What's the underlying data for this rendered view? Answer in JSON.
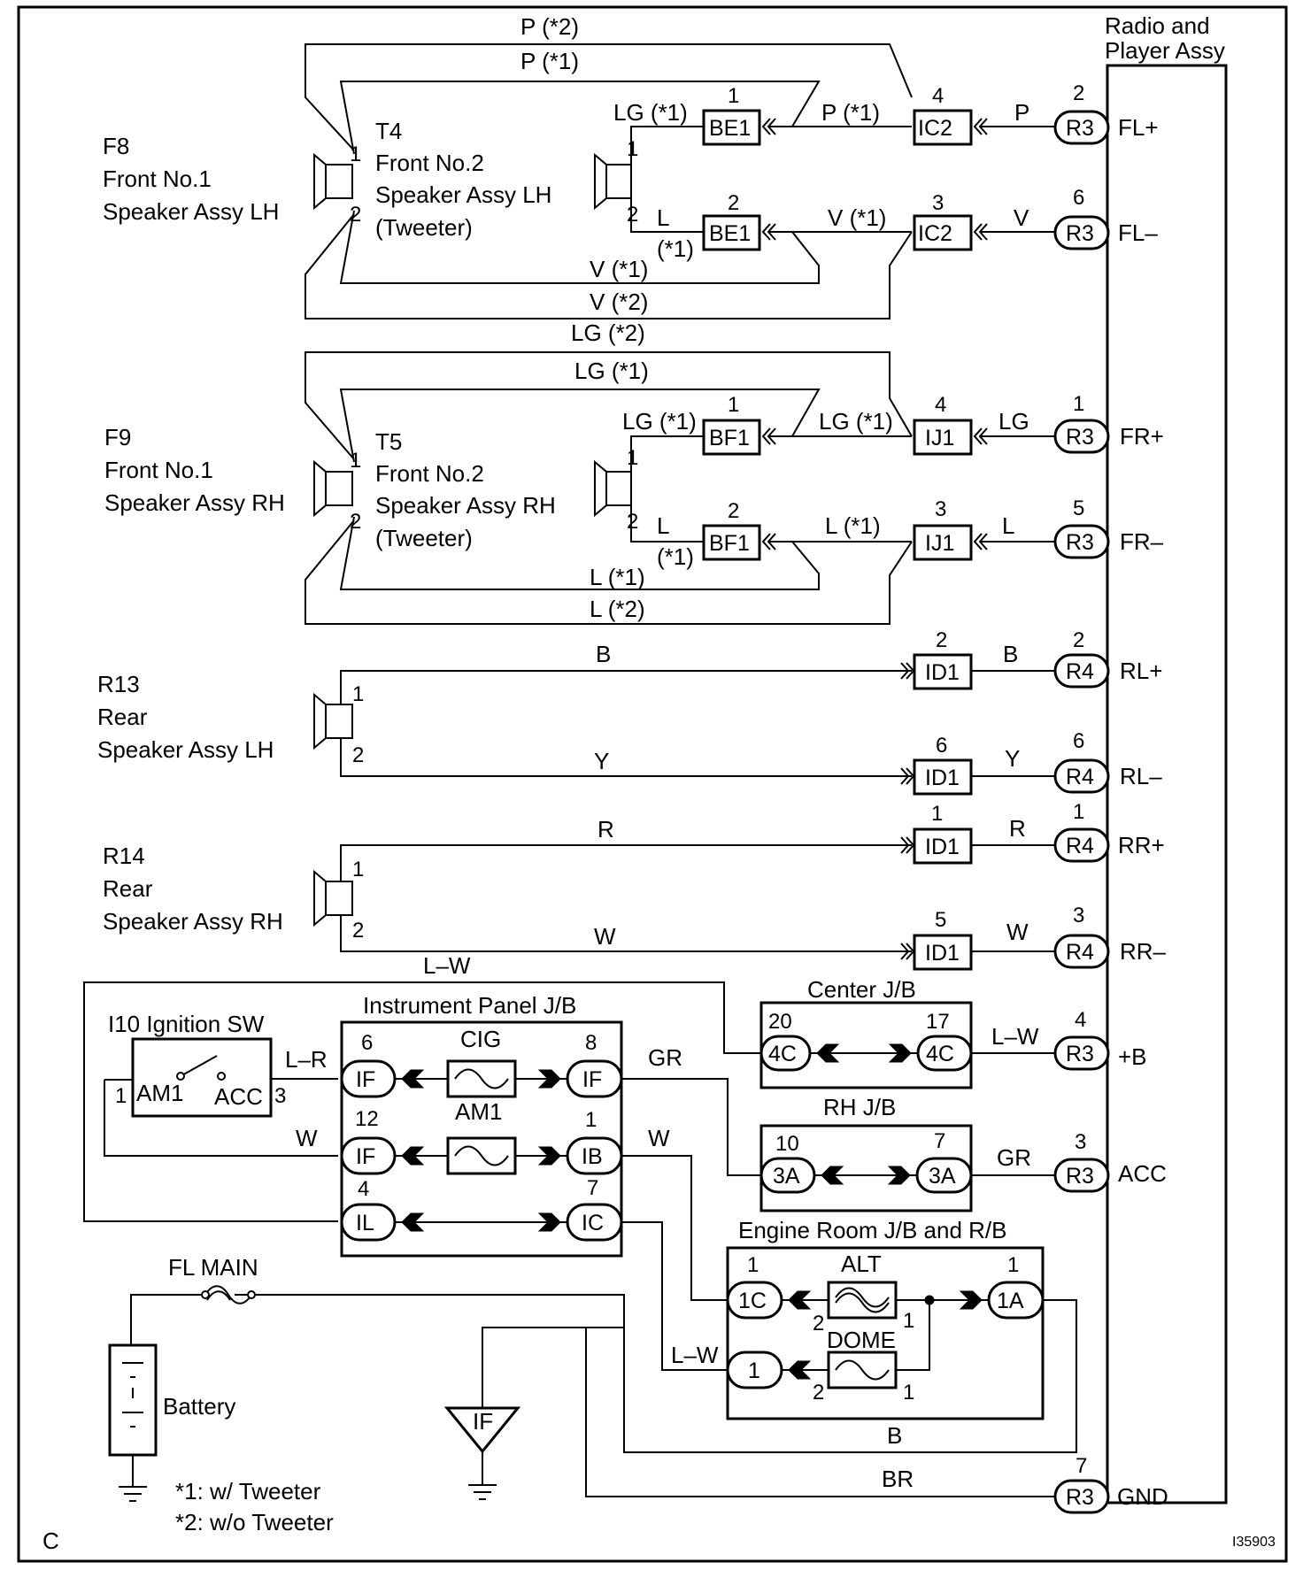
{
  "drawing_id": "I35903",
  "corner_mark": "C",
  "radio": {
    "title_line1": "Radio and",
    "title_line2": "Player Assy"
  },
  "terminals": {
    "fl_plus": "FL+",
    "fl_minus": "FL–",
    "fr_plus": "FR+",
    "fr_minus": "FR–",
    "rl_plus": "RL+",
    "rl_minus": "RL–",
    "rr_plus": "RR+",
    "rr_minus": "RR–",
    "plus_b": "+B",
    "acc": "ACC",
    "gnd": "GND"
  },
  "connectors": {
    "r3": "R3",
    "r4": "R4",
    "ic2": "IC2",
    "ij1": "IJ1",
    "id1": "ID1",
    "be1": "BE1",
    "bf1": "BF1",
    "if": "IF",
    "ib": "IB",
    "il": "IL",
    "ic": "IC",
    "c4c": "4C",
    "c3a": "3A",
    "c1c": "1C",
    "c1a": "1A",
    "c1": "1"
  },
  "components": {
    "f8": {
      "code": "F8",
      "line1": "Front No.1",
      "line2": "Speaker Assy LH"
    },
    "t4": {
      "code": "T4",
      "line1": "Front No.2",
      "line2": "Speaker Assy LH",
      "line3": "(Tweeter)"
    },
    "f9": {
      "code": "F9",
      "line1": "Front No.1",
      "line2": "Speaker Assy RH"
    },
    "t5": {
      "code": "T5",
      "line1": "Front No.2",
      "line2": "Speaker Assy RH",
      "line3": "(Tweeter)"
    },
    "r13": {
      "code": "R13",
      "line1": "Rear",
      "line2": "Speaker Assy LH"
    },
    "r14": {
      "code": "R14",
      "line1": "Rear",
      "line2": "Speaker Assy RH"
    },
    "ignition": "I10 Ignition SW",
    "am1_contact": "AM1",
    "acc_contact": "ACC",
    "instrument_jb": "Instrument Panel J/B",
    "center_jb": "Center J/B",
    "rh_jb": "RH J/B",
    "engine_jb": "Engine Room J/B and R/B",
    "battery": "Battery",
    "if_ground": "IF"
  },
  "fuses": {
    "cig": "CIG",
    "am1": "AM1",
    "alt": "ALT",
    "dome": "DOME",
    "fl_main": "FL MAIN"
  },
  "wires": {
    "p_2": "P (*2)",
    "p_1": "P (*1)",
    "p": "P",
    "lg_1": "LG (*1)",
    "lg_2": "LG (*2)",
    "lg": "LG",
    "v_1": "V (*1)",
    "v_2": "V (*2)",
    "v": "V",
    "l": "L",
    "l_1": "L (*1)",
    "l_2": "L (*2)",
    "paren_1": "(*1)",
    "b": "B",
    "y": "Y",
    "r": "R",
    "w": "W",
    "lw": "L–W",
    "lr": "L–R",
    "gr": "GR",
    "br": "BR"
  },
  "notes": {
    "note1": "*1: w/ Tweeter",
    "note2": "*2: w/o Tweeter"
  }
}
